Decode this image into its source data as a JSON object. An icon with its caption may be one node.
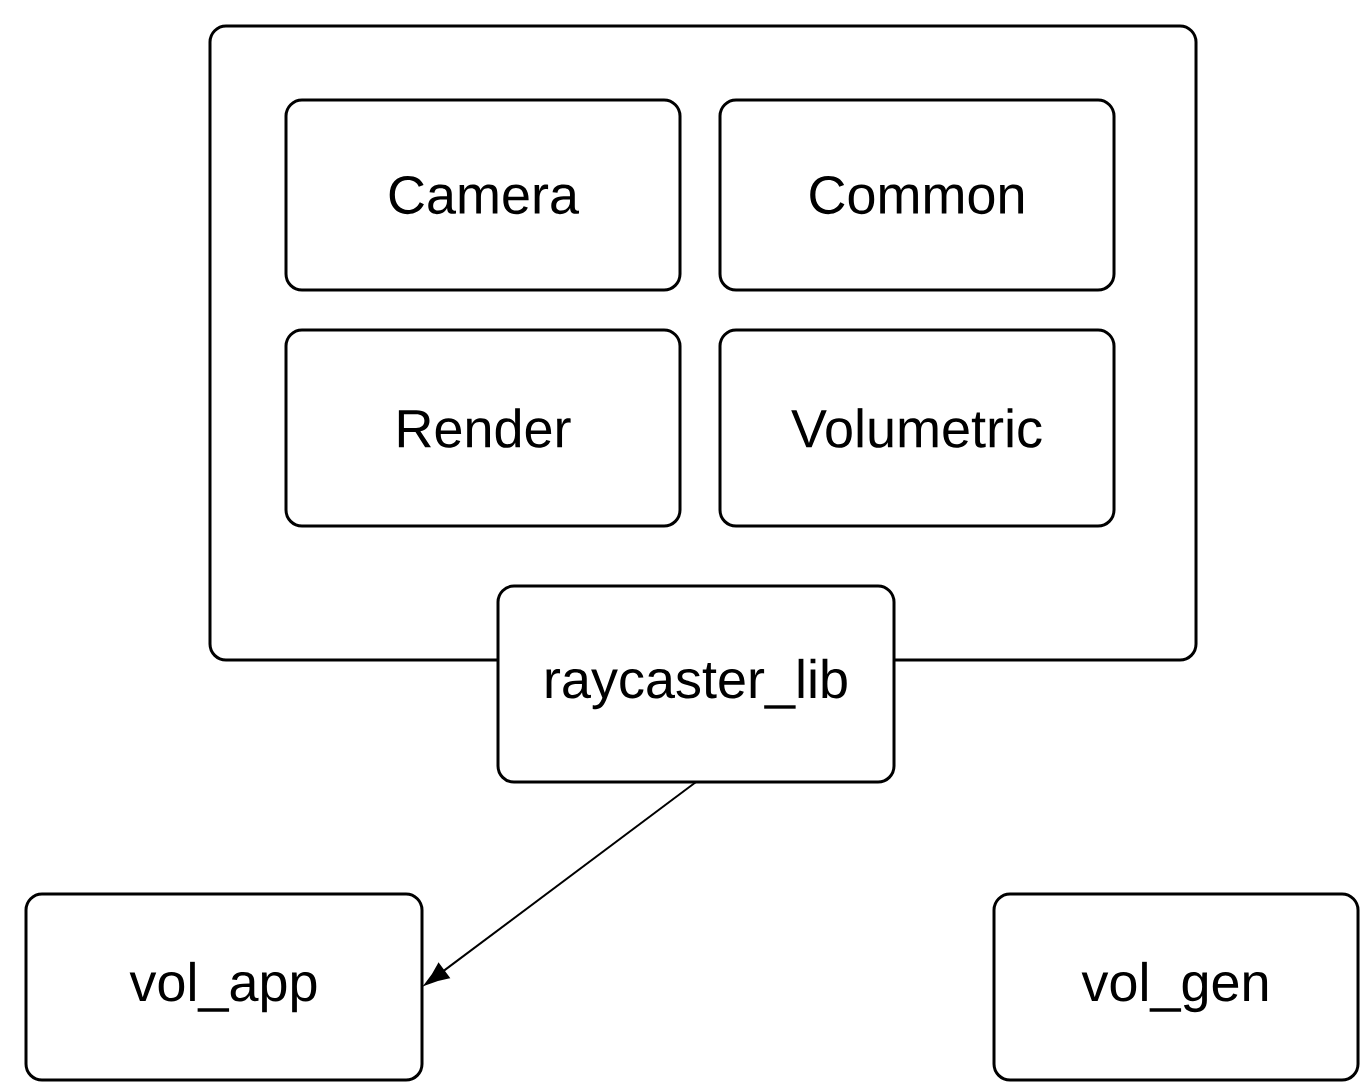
{
  "diagram": {
    "nodes": [
      {
        "text": [],
        "shape": "box"
      },
      {
        "text": [
          "Camera"
        ],
        "in": 0
      },
      {
        "text": [
          "Common"
        ],
        "in": 0
      },
      {
        "text": [
          "Render"
        ],
        "in": 0
      },
      {
        "text": [
          "Volumetric"
        ],
        "in": 0
      },
      {
        "text": [
          "raycaster_lib"
        ]
      },
      {
        "text": [
          "vol_app"
        ]
      },
      {
        "text": [
          "vol_gen"
        ]
      }
    ],
    "edges": [
      {
        "from": 5,
        "to": 6,
        "arrow": "to"
      }
    ]
  }
}
